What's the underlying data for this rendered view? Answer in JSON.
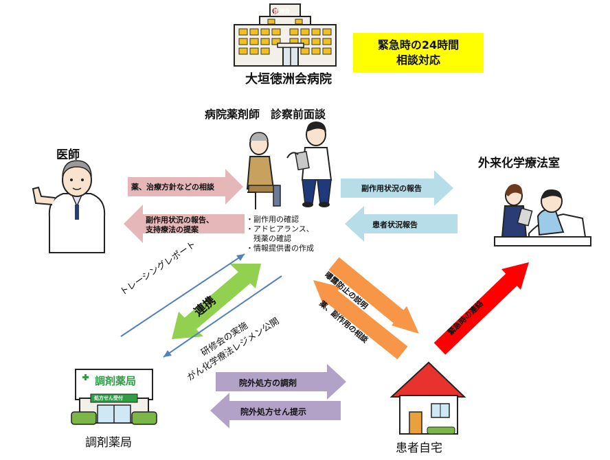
{
  "hospital": {
    "name": "大垣徳洲会病院",
    "sign": "徳洲会"
  },
  "emergency_note": {
    "line1": "緊急時の24時間",
    "line2": "相談対応"
  },
  "pharmacist": {
    "title": "病院薬剤師　診察前面談",
    "tasks": [
      "・副作用の確認",
      "・アドヒアランス、",
      "　残薬の確認",
      "・情報提供書の作成"
    ]
  },
  "doctor": {
    "label": "医師"
  },
  "chemo_room": {
    "label": "外来化学療法室"
  },
  "pharmacy": {
    "label": "調剤薬局",
    "sign": "調剤薬局",
    "counter": "処方せん受付"
  },
  "home": {
    "label": "患者自宅"
  },
  "arrows": {
    "to_doctor_1": "薬、治療方針などの相談",
    "from_doctor_1": "副作用状況の報告、",
    "from_doctor_2": "支持療法の提案",
    "to_room": "副作用状況の報告",
    "from_room": "患者状況報告",
    "cooperation": "連携",
    "tracing": "トレーシングレポート",
    "training_1": "研修会の実施",
    "training_2": "がん化学療法レジメン公開",
    "exposure": "曝露防止の説明",
    "consult": "薬、副作用の相談",
    "emergency": "緊急時の連絡",
    "dispensing": "院外処方の調剤",
    "prescription": "院外処方せん提示"
  },
  "colors": {
    "pink": "#e6b7b8",
    "lightblue": "#b7dde8",
    "lavender": "#b2a2c7",
    "green": "#92d050",
    "orange": "#f79646",
    "red": "#ff0000",
    "yellow": "#ffff00",
    "line_blue": "#4f81bd"
  }
}
